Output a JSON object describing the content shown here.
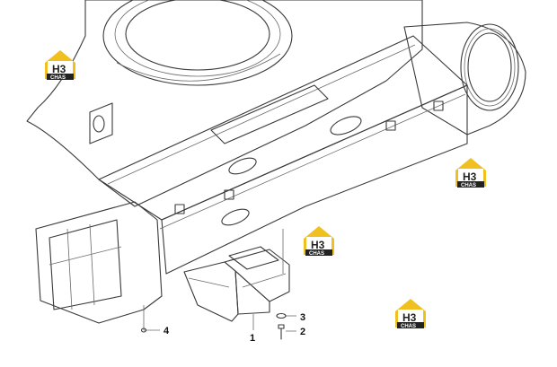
{
  "diagram": {
    "callouts": [
      {
        "id": "1",
        "label": "1"
      },
      {
        "id": "2",
        "label": "2"
      },
      {
        "id": "3",
        "label": "3"
      },
      {
        "id": "4",
        "label": "4"
      }
    ],
    "watermark": {
      "brand": "H3",
      "sub": "CHAS",
      "colors": {
        "roof": "#f0c020",
        "ink": "#222222"
      }
    },
    "colors": {
      "part_fill": "#fbfaef",
      "stroke": "#3a3a3a",
      "background": "#ffffff"
    }
  }
}
